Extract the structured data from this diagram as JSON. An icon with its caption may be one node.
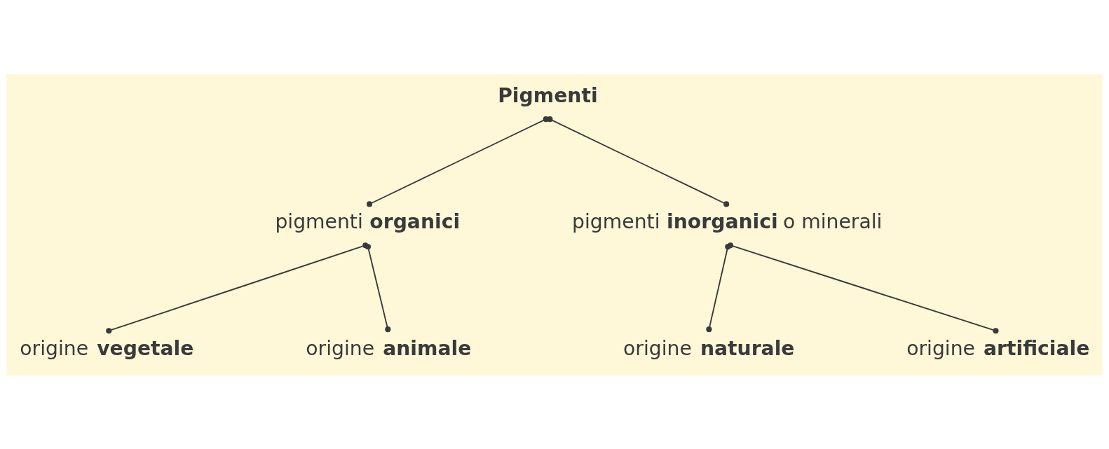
{
  "diagram": {
    "nodes": [
      {
        "text": [
          "Pigmenti"
        ]
      },
      {
        "text": [
          "pigmenti **organici**"
        ]
      },
      {
        "text": [
          "pigmenti **inorganici** o minerali"
        ]
      },
      {
        "text": [
          "origine **vegetale**"
        ]
      },
      {
        "text": [
          "origine **animale**"
        ]
      },
      {
        "text": [
          "origine **naturale**"
        ]
      },
      {
        "text": [
          "origine **artificiale**"
        ]
      }
    ],
    "edges": [
      {
        "from": 0,
        "to": 1,
        "arrow": "other"
      },
      {
        "from": 0,
        "to": 2,
        "arrow": "other"
      },
      {
        "from": 1,
        "to": 3,
        "arrow": "other"
      },
      {
        "from": 1,
        "to": 4,
        "arrow": "other"
      },
      {
        "from": 2,
        "to": 5,
        "arrow": "other"
      },
      {
        "from": 2,
        "to": 6,
        "arrow": "other"
      }
    ]
  }
}
